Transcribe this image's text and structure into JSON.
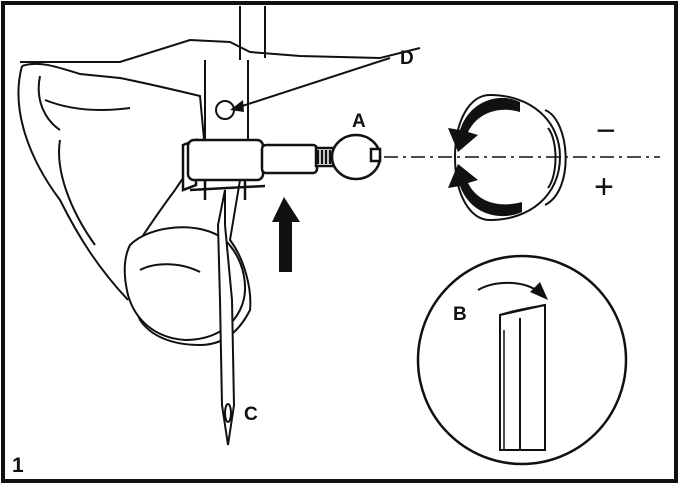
{
  "figure": {
    "number": "1",
    "labels": {
      "a": "A",
      "b": "B",
      "c": "C",
      "d": "D"
    },
    "signs": {
      "minus": "−",
      "plus": "+"
    }
  },
  "colors": {
    "ink": "#111111",
    "paper": "#ffffff"
  }
}
